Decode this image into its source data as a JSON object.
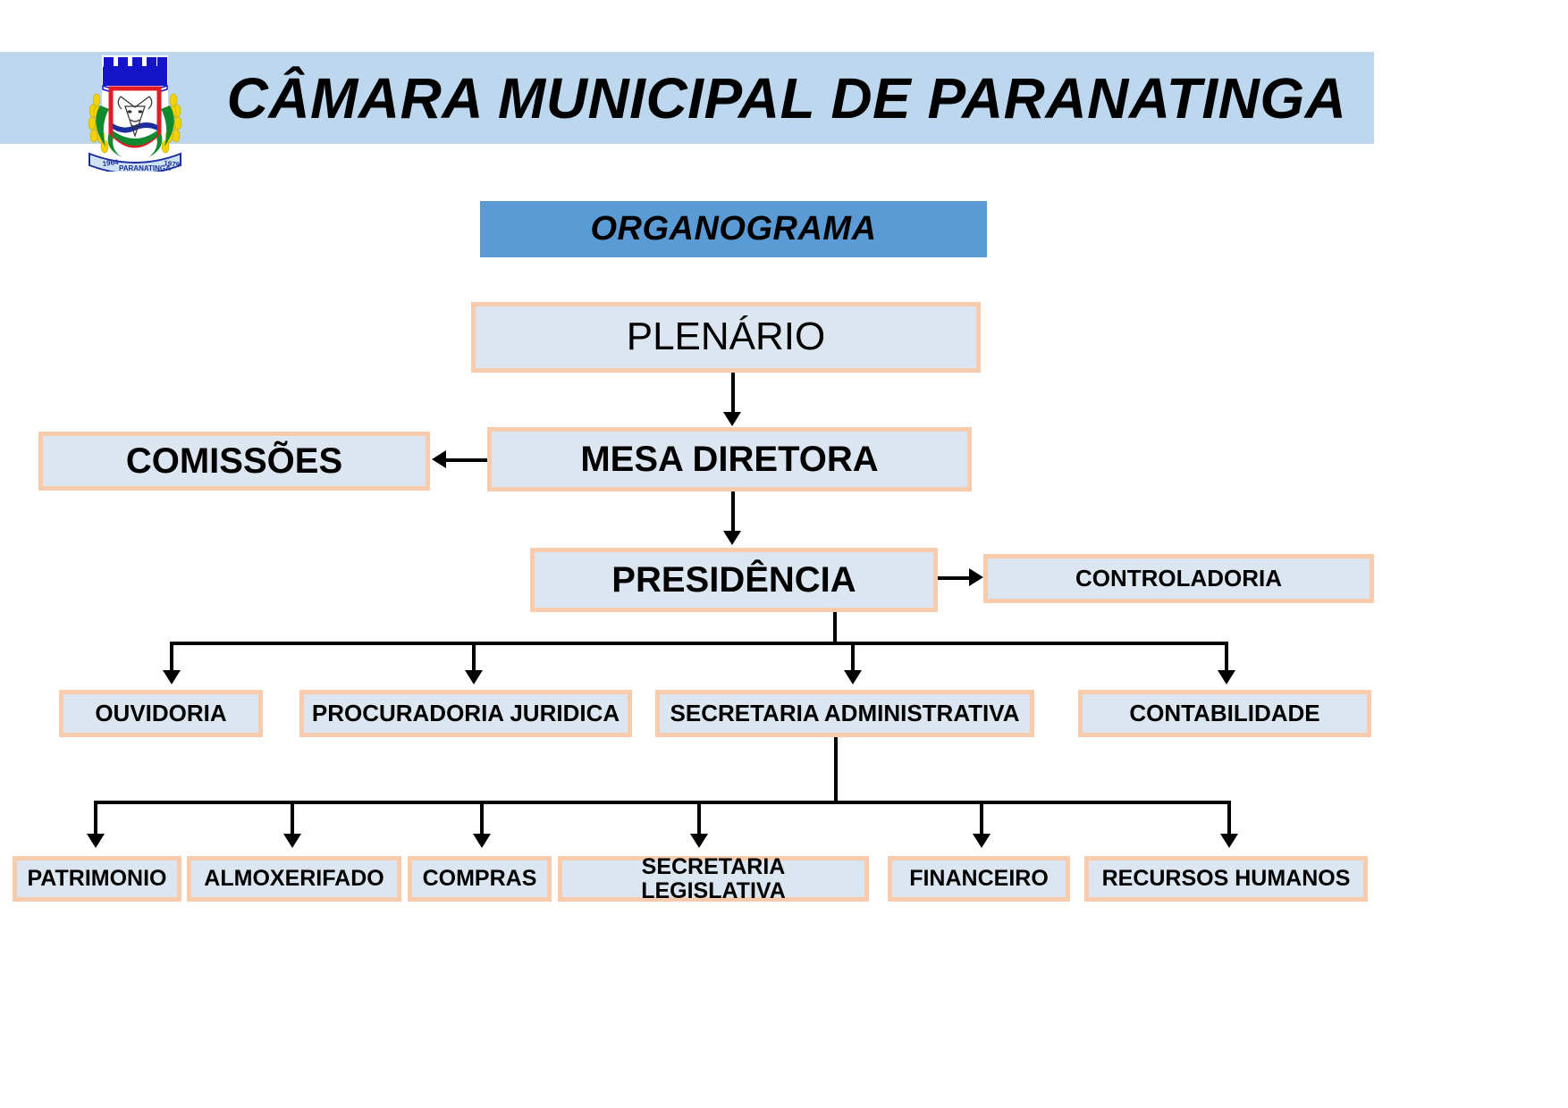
{
  "header": {
    "title": "CÂMARA MUNICIPAL DE PARANATINGA",
    "band_color": "#bdd7ee",
    "crest": {
      "name": "paranatinga-coat-of-arms",
      "ribbon_left_year": "1964",
      "ribbon_city": "PARANATINGA",
      "ribbon_right_year": "1979"
    }
  },
  "chart_title": {
    "label": "ORGANOGRAMA",
    "fill": "#5b9bd5"
  },
  "theme": {
    "box_fill": "#dce6f1",
    "box_border": "#f8cbad",
    "connector": "#000000",
    "accent": "#5b9bd5"
  },
  "nodes": {
    "plenario": "PLENÁRIO",
    "mesa_diretora": "MESA DIRETORA",
    "comissoes": "COMISSÕES",
    "presidencia": "PRESIDÊNCIA",
    "controladoria": "CONTROLADORIA"
  },
  "level3": [
    {
      "label": "OUVIDORIA"
    },
    {
      "label": "PROCURADORIA JURIDICA"
    },
    {
      "label": "SECRETARIA ADMINISTRATIVA"
    },
    {
      "label": "CONTABILIDADE"
    }
  ],
  "level4": [
    {
      "label": "PATRIMONIO"
    },
    {
      "label": "ALMOXERIFADO"
    },
    {
      "label": "COMPRAS"
    },
    {
      "label": "SECRETARIA LEGISLATIVA"
    },
    {
      "label": "FINANCEIRO"
    },
    {
      "label": "RECURSOS HUMANOS"
    }
  ],
  "chart_data": {
    "type": "diagram",
    "title": "ORGANOGRAMA",
    "subtitle": "CÂMARA MUNICIPAL DE PARANATINGA",
    "orientation": "top-down",
    "nodes": [
      {
        "id": "plenario",
        "label": "PLENÁRIO",
        "level": 0
      },
      {
        "id": "mesa_diretora",
        "label": "MESA DIRETORA",
        "level": 1
      },
      {
        "id": "comissoes",
        "label": "COMISSÕES",
        "level": 1
      },
      {
        "id": "presidencia",
        "label": "PRESIDÊNCIA",
        "level": 2
      },
      {
        "id": "controladoria",
        "label": "CONTROLADORIA",
        "level": 2
      },
      {
        "id": "ouvidoria",
        "label": "OUVIDORIA",
        "level": 3
      },
      {
        "id": "procuradoria_juridica",
        "label": "PROCURADORIA JURIDICA",
        "level": 3
      },
      {
        "id": "secretaria_administrativa",
        "label": "SECRETARIA ADMINISTRATIVA",
        "level": 3
      },
      {
        "id": "contabilidade",
        "label": "CONTABILIDADE",
        "level": 3
      },
      {
        "id": "patrimonio",
        "label": "PATRIMONIO",
        "level": 4
      },
      {
        "id": "almoxerifado",
        "label": "ALMOXERIFADO",
        "level": 4
      },
      {
        "id": "compras",
        "label": "COMPRAS",
        "level": 4
      },
      {
        "id": "secretaria_legislativa",
        "label": "SECRETARIA LEGISLATIVA",
        "level": 4
      },
      {
        "id": "financeiro",
        "label": "FINANCEIRO",
        "level": 4
      },
      {
        "id": "recursos_humanos",
        "label": "RECURSOS HUMANOS",
        "level": 4
      }
    ],
    "edges": [
      {
        "from": "plenario",
        "to": "mesa_diretora",
        "style": "arrow-down"
      },
      {
        "from": "mesa_diretora",
        "to": "comissoes",
        "style": "arrow-left"
      },
      {
        "from": "mesa_diretora",
        "to": "presidencia",
        "style": "arrow-down"
      },
      {
        "from": "presidencia",
        "to": "controladoria",
        "style": "arrow-right"
      },
      {
        "from": "presidencia",
        "to": "ouvidoria",
        "style": "arrow-down"
      },
      {
        "from": "presidencia",
        "to": "procuradoria_juridica",
        "style": "arrow-down"
      },
      {
        "from": "presidencia",
        "to": "secretaria_administrativa",
        "style": "arrow-down"
      },
      {
        "from": "presidencia",
        "to": "contabilidade",
        "style": "arrow-down"
      },
      {
        "from": "secretaria_administrativa",
        "to": "patrimonio",
        "style": "arrow-down"
      },
      {
        "from": "secretaria_administrativa",
        "to": "almoxerifado",
        "style": "arrow-down"
      },
      {
        "from": "secretaria_administrativa",
        "to": "compras",
        "style": "arrow-down"
      },
      {
        "from": "secretaria_administrativa",
        "to": "secretaria_legislativa",
        "style": "arrow-down"
      },
      {
        "from": "secretaria_administrativa",
        "to": "financeiro",
        "style": "arrow-down"
      },
      {
        "from": "secretaria_administrativa",
        "to": "recursos_humanos",
        "style": "arrow-down"
      }
    ]
  }
}
